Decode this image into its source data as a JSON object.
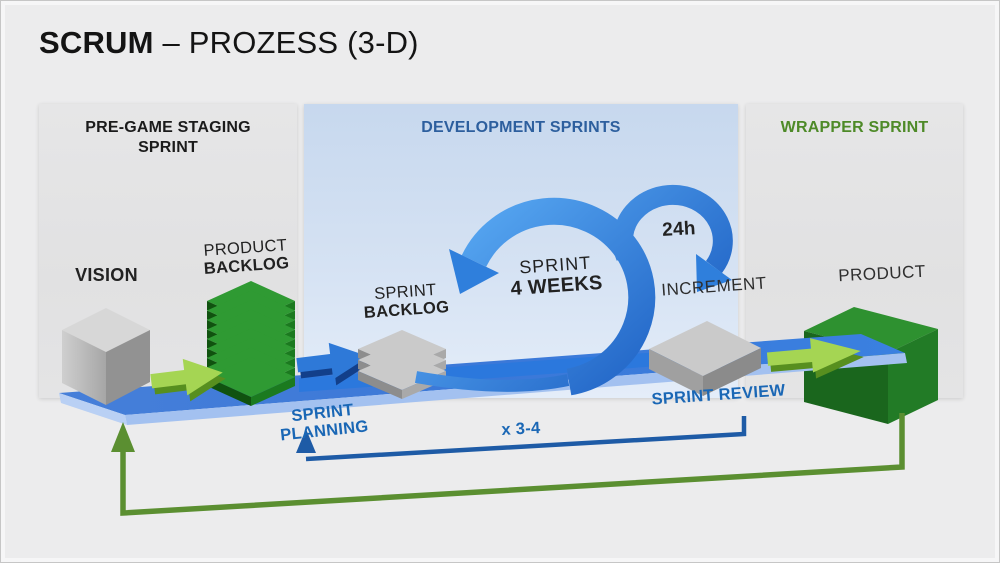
{
  "title": {
    "name": "SCRUM",
    "suffix": "– PROZESS (3-D)"
  },
  "panels": {
    "pregame": {
      "label": "PRE-GAME STAGING SPRINT"
    },
    "development": {
      "label": "DEVELOPMENT SPRINTS"
    },
    "wrapper": {
      "label": "WRAPPER SPRINT"
    }
  },
  "stations": {
    "vision": "VISION",
    "product_backlog": {
      "line1": "PRODUCT",
      "line2": "BACKLOG"
    },
    "sprint_backlog": {
      "line1": "SPRINT",
      "line2": "BACKLOG"
    },
    "sprint_loop": {
      "line1": "SPRINT",
      "line2": "4 WEEKS"
    },
    "daily_loop": "24h",
    "increment": "INCREMENT",
    "product": "PRODUCT"
  },
  "annotations": {
    "sprint_planning": "SPRINT PLANNING",
    "sprint_review": "SPRINT REVIEW",
    "multiplier": "x 3-4"
  },
  "colors": {
    "development_header_blue": "#2d5f9e",
    "wrapper_header_green": "#4e8a28",
    "annotation_blue": "#1a67b5",
    "ramp_blue": "#3b78d8",
    "loop_blue": "#2a7de0",
    "arrow_lime": "#9ccf4a",
    "backlog_green": "#2f9a33",
    "product_green": "#2e9130",
    "slab_gray": "#c9c9c9"
  }
}
